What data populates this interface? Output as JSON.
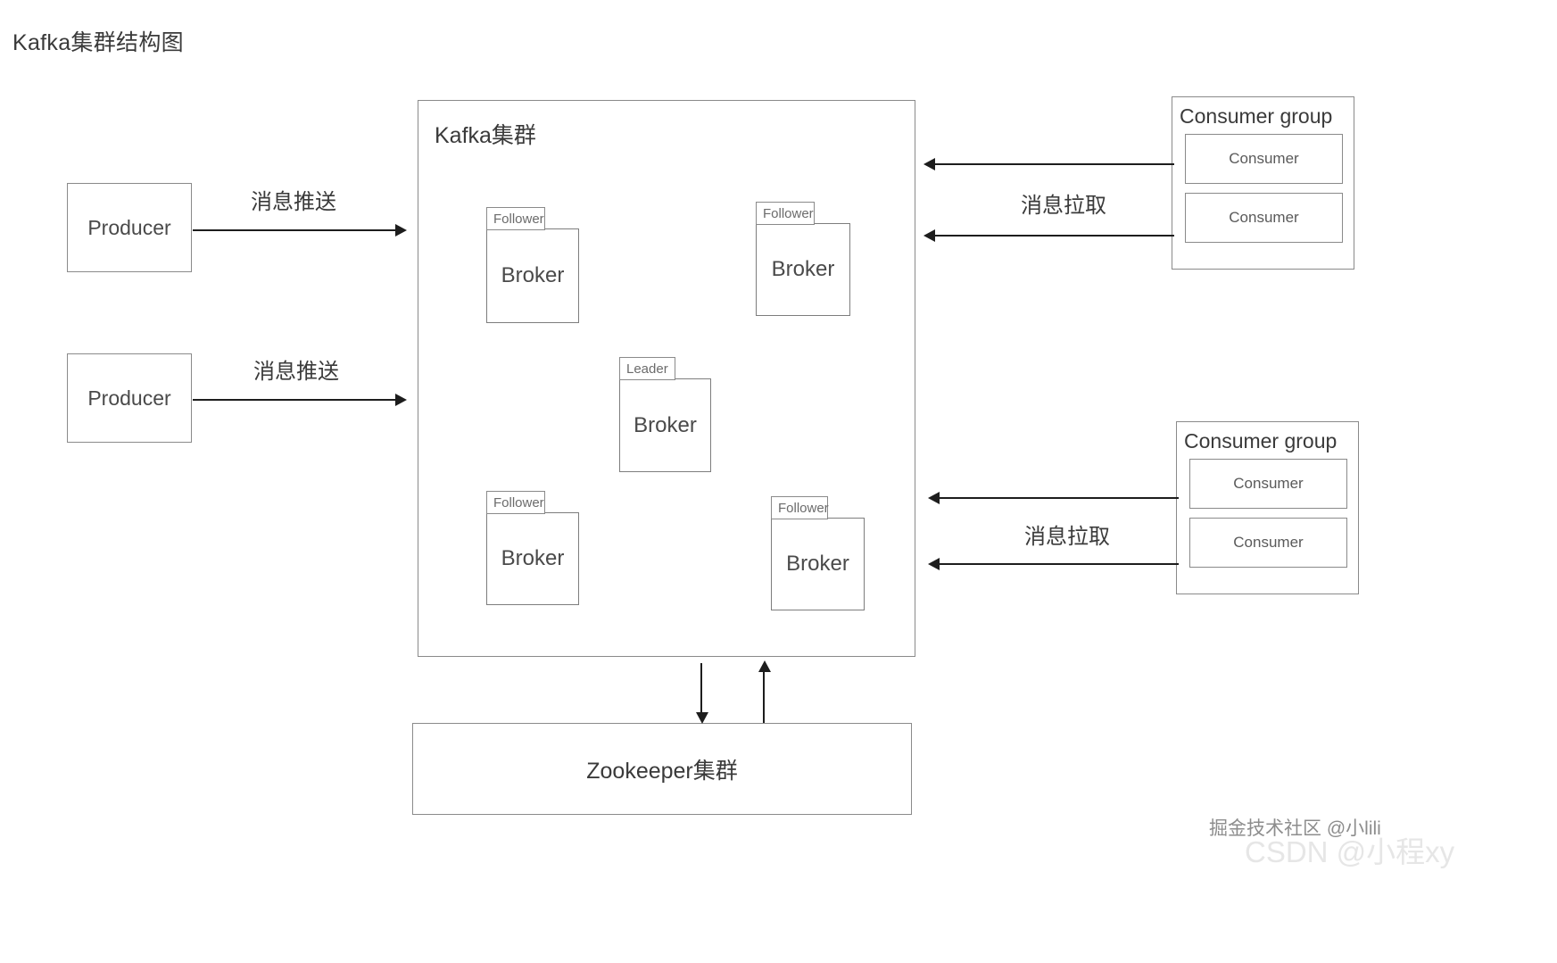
{
  "title": "Kafka集群结构图",
  "cluster": {
    "label": "Kafka集群",
    "brokers": [
      {
        "role": "Follower",
        "name": "Broker"
      },
      {
        "role": "Follower",
        "name": "Broker"
      },
      {
        "role": "Leader",
        "name": "Broker"
      },
      {
        "role": "Follower",
        "name": "Broker"
      },
      {
        "role": "Follower",
        "name": "Broker"
      }
    ]
  },
  "producers": [
    {
      "label": "Producer"
    },
    {
      "label": "Producer"
    }
  ],
  "consumer_groups": [
    {
      "title": "Consumer group",
      "consumers": [
        {
          "label": "Consumer"
        },
        {
          "label": "Consumer"
        }
      ]
    },
    {
      "title": "Consumer group",
      "consumers": [
        {
          "label": "Consumer"
        },
        {
          "label": "Consumer"
        }
      ]
    }
  ],
  "zookeeper": {
    "label": "Zookeeper集群"
  },
  "edges": {
    "push_1": "消息推送",
    "push_2": "消息推送",
    "pull_1": "消息拉取",
    "pull_2": "消息拉取"
  },
  "watermarks": {
    "primary": "掘金技术社区 @小lili",
    "secondary": "CSDN @小程xy"
  },
  "colors": {
    "stroke": "#8a8a8a",
    "arrow": "#1d1d1d",
    "text": "#3a3a3a",
    "background": "#ffffff"
  }
}
